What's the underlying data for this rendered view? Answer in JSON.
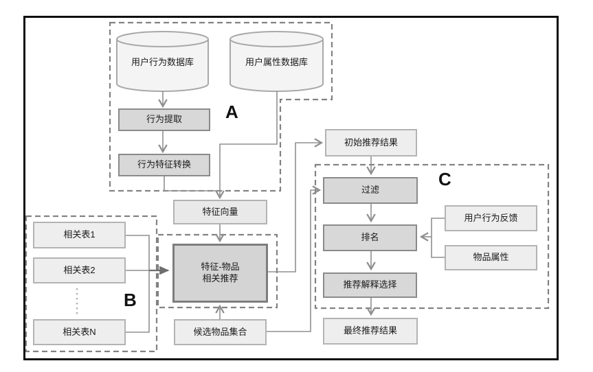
{
  "diagram": {
    "title_hint": "recommendation-system-flowchart",
    "regions": {
      "a": {
        "label": "A"
      },
      "b": {
        "label": "B"
      },
      "c": {
        "label": "C"
      }
    },
    "nodes": {
      "db_behavior": {
        "label": "用户行为数据库",
        "shape": "cylinder"
      },
      "db_attribute": {
        "label": "用户属性数据库",
        "shape": "cylinder"
      },
      "behavior_extract": {
        "label": "行为提取"
      },
      "behavior_convert": {
        "label": "行为特征转换"
      },
      "feature_vector": {
        "label": "特征向量"
      },
      "feature_item_rec": {
        "label": "特征-物品\n相关推荐"
      },
      "related_table_1": {
        "label": "相关表1"
      },
      "related_table_2": {
        "label": "相关表2"
      },
      "related_table_n": {
        "label": "相关表N"
      },
      "candidate_items": {
        "label": "候选物品集合"
      },
      "initial_result": {
        "label": "初始推荐结果"
      },
      "filter": {
        "label": "过滤"
      },
      "ranking": {
        "label": "排名"
      },
      "explanation_select": {
        "label": "推荐解释选择"
      },
      "final_result": {
        "label": "最终推荐结果"
      },
      "user_feedback": {
        "label": "用户行为反馈"
      },
      "item_attribute": {
        "label": "物品属性"
      }
    },
    "colors": {
      "box_light_fill": "#eeeeee",
      "box_light_border": "#b3b3b3",
      "box_dark_fill": "#d8d8d8",
      "box_dark_border": "#8a8a8a",
      "line": "#8f8f8f",
      "dashed_region": "#828282",
      "frame": "#0d0d0d"
    }
  }
}
